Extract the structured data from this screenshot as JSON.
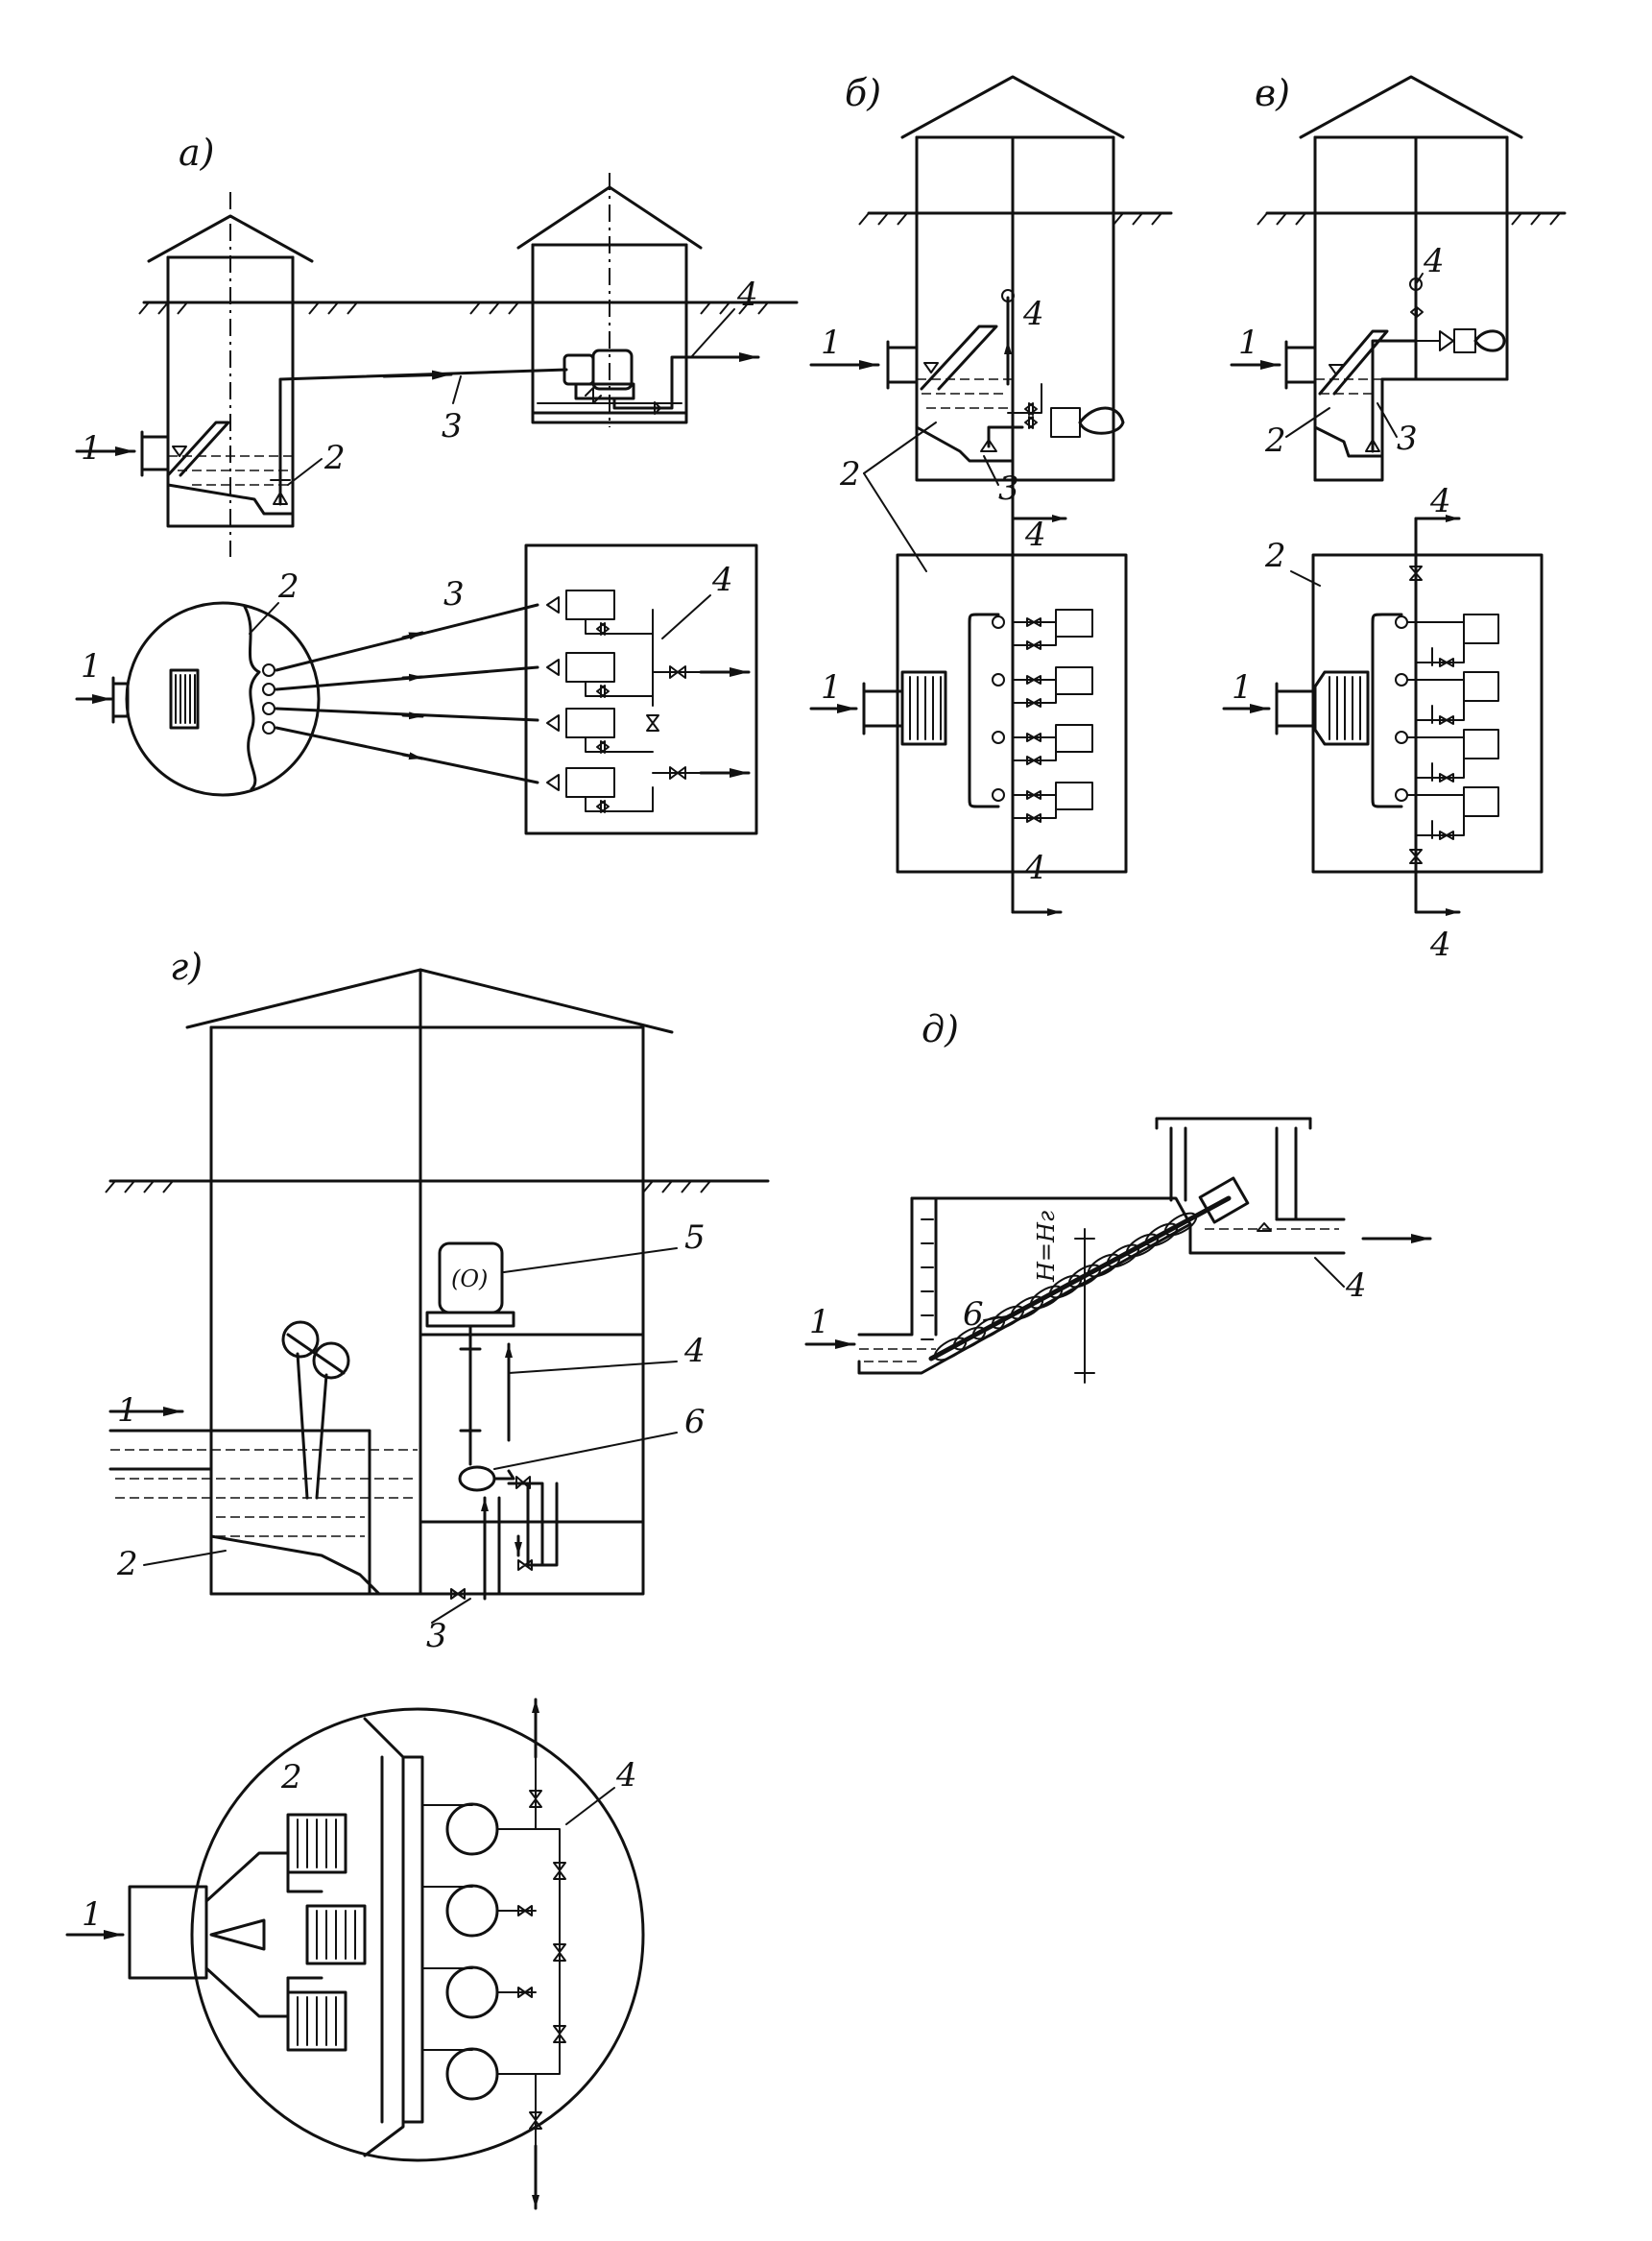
{
  "panels": {
    "a": "а)",
    "b": "б)",
    "v": "в)",
    "g": "г)",
    "d": "д)"
  },
  "labels": {
    "n1": "1",
    "n2": "2",
    "n3": "3",
    "n4": "4",
    "n5": "5",
    "n6": "6",
    "head": "H=Hг",
    "pump_symbol": "(O)"
  }
}
